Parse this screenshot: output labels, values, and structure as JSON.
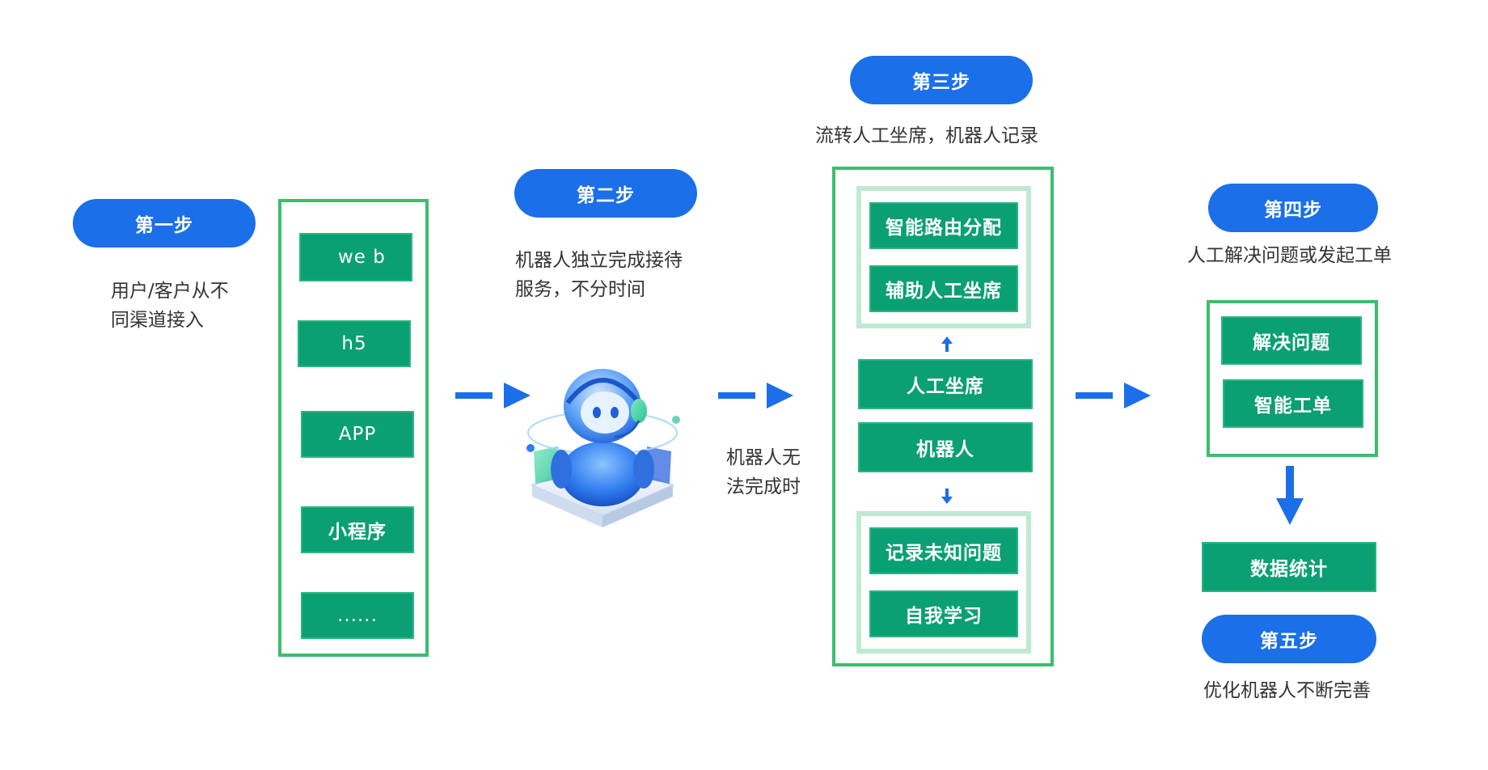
{
  "steps": {
    "step1": {
      "label": "第一步",
      "desc": "用户/客户从不\n同渠道接入",
      "channels": [
        "we\nb",
        "h5",
        "APP",
        "小程序",
        "......"
      ]
    },
    "step2": {
      "label": "第二步",
      "desc": "机器人独立完成接待\n服务，不分时间",
      "robot_icon": "robot-assistant-icon"
    },
    "transition": {
      "desc": "机器人无\n法完成时"
    },
    "step3": {
      "label": "第三步",
      "desc": "流转人工坐席，机器人记录",
      "top_group": [
        "智能路由分配",
        "辅助人工坐席"
      ],
      "middle": [
        "人工坐席",
        "机器人"
      ],
      "bottom_group": [
        "记录未知问题",
        "自我学习"
      ]
    },
    "step4": {
      "label": "第四步",
      "desc": "人工解决问题或发起工单",
      "group": [
        "解决问题",
        "智能工单"
      ],
      "stats": "数据统计"
    },
    "step5": {
      "label": "第五步",
      "desc": "优化机器人不断完善"
    }
  },
  "colors": {
    "pill_blue": "#1b6fe8",
    "box_green": "#0aa073",
    "frame_green": "#3dbd6e",
    "subframe_green": "#bfe9d2",
    "arrow_blue": "#1b6fe8"
  }
}
